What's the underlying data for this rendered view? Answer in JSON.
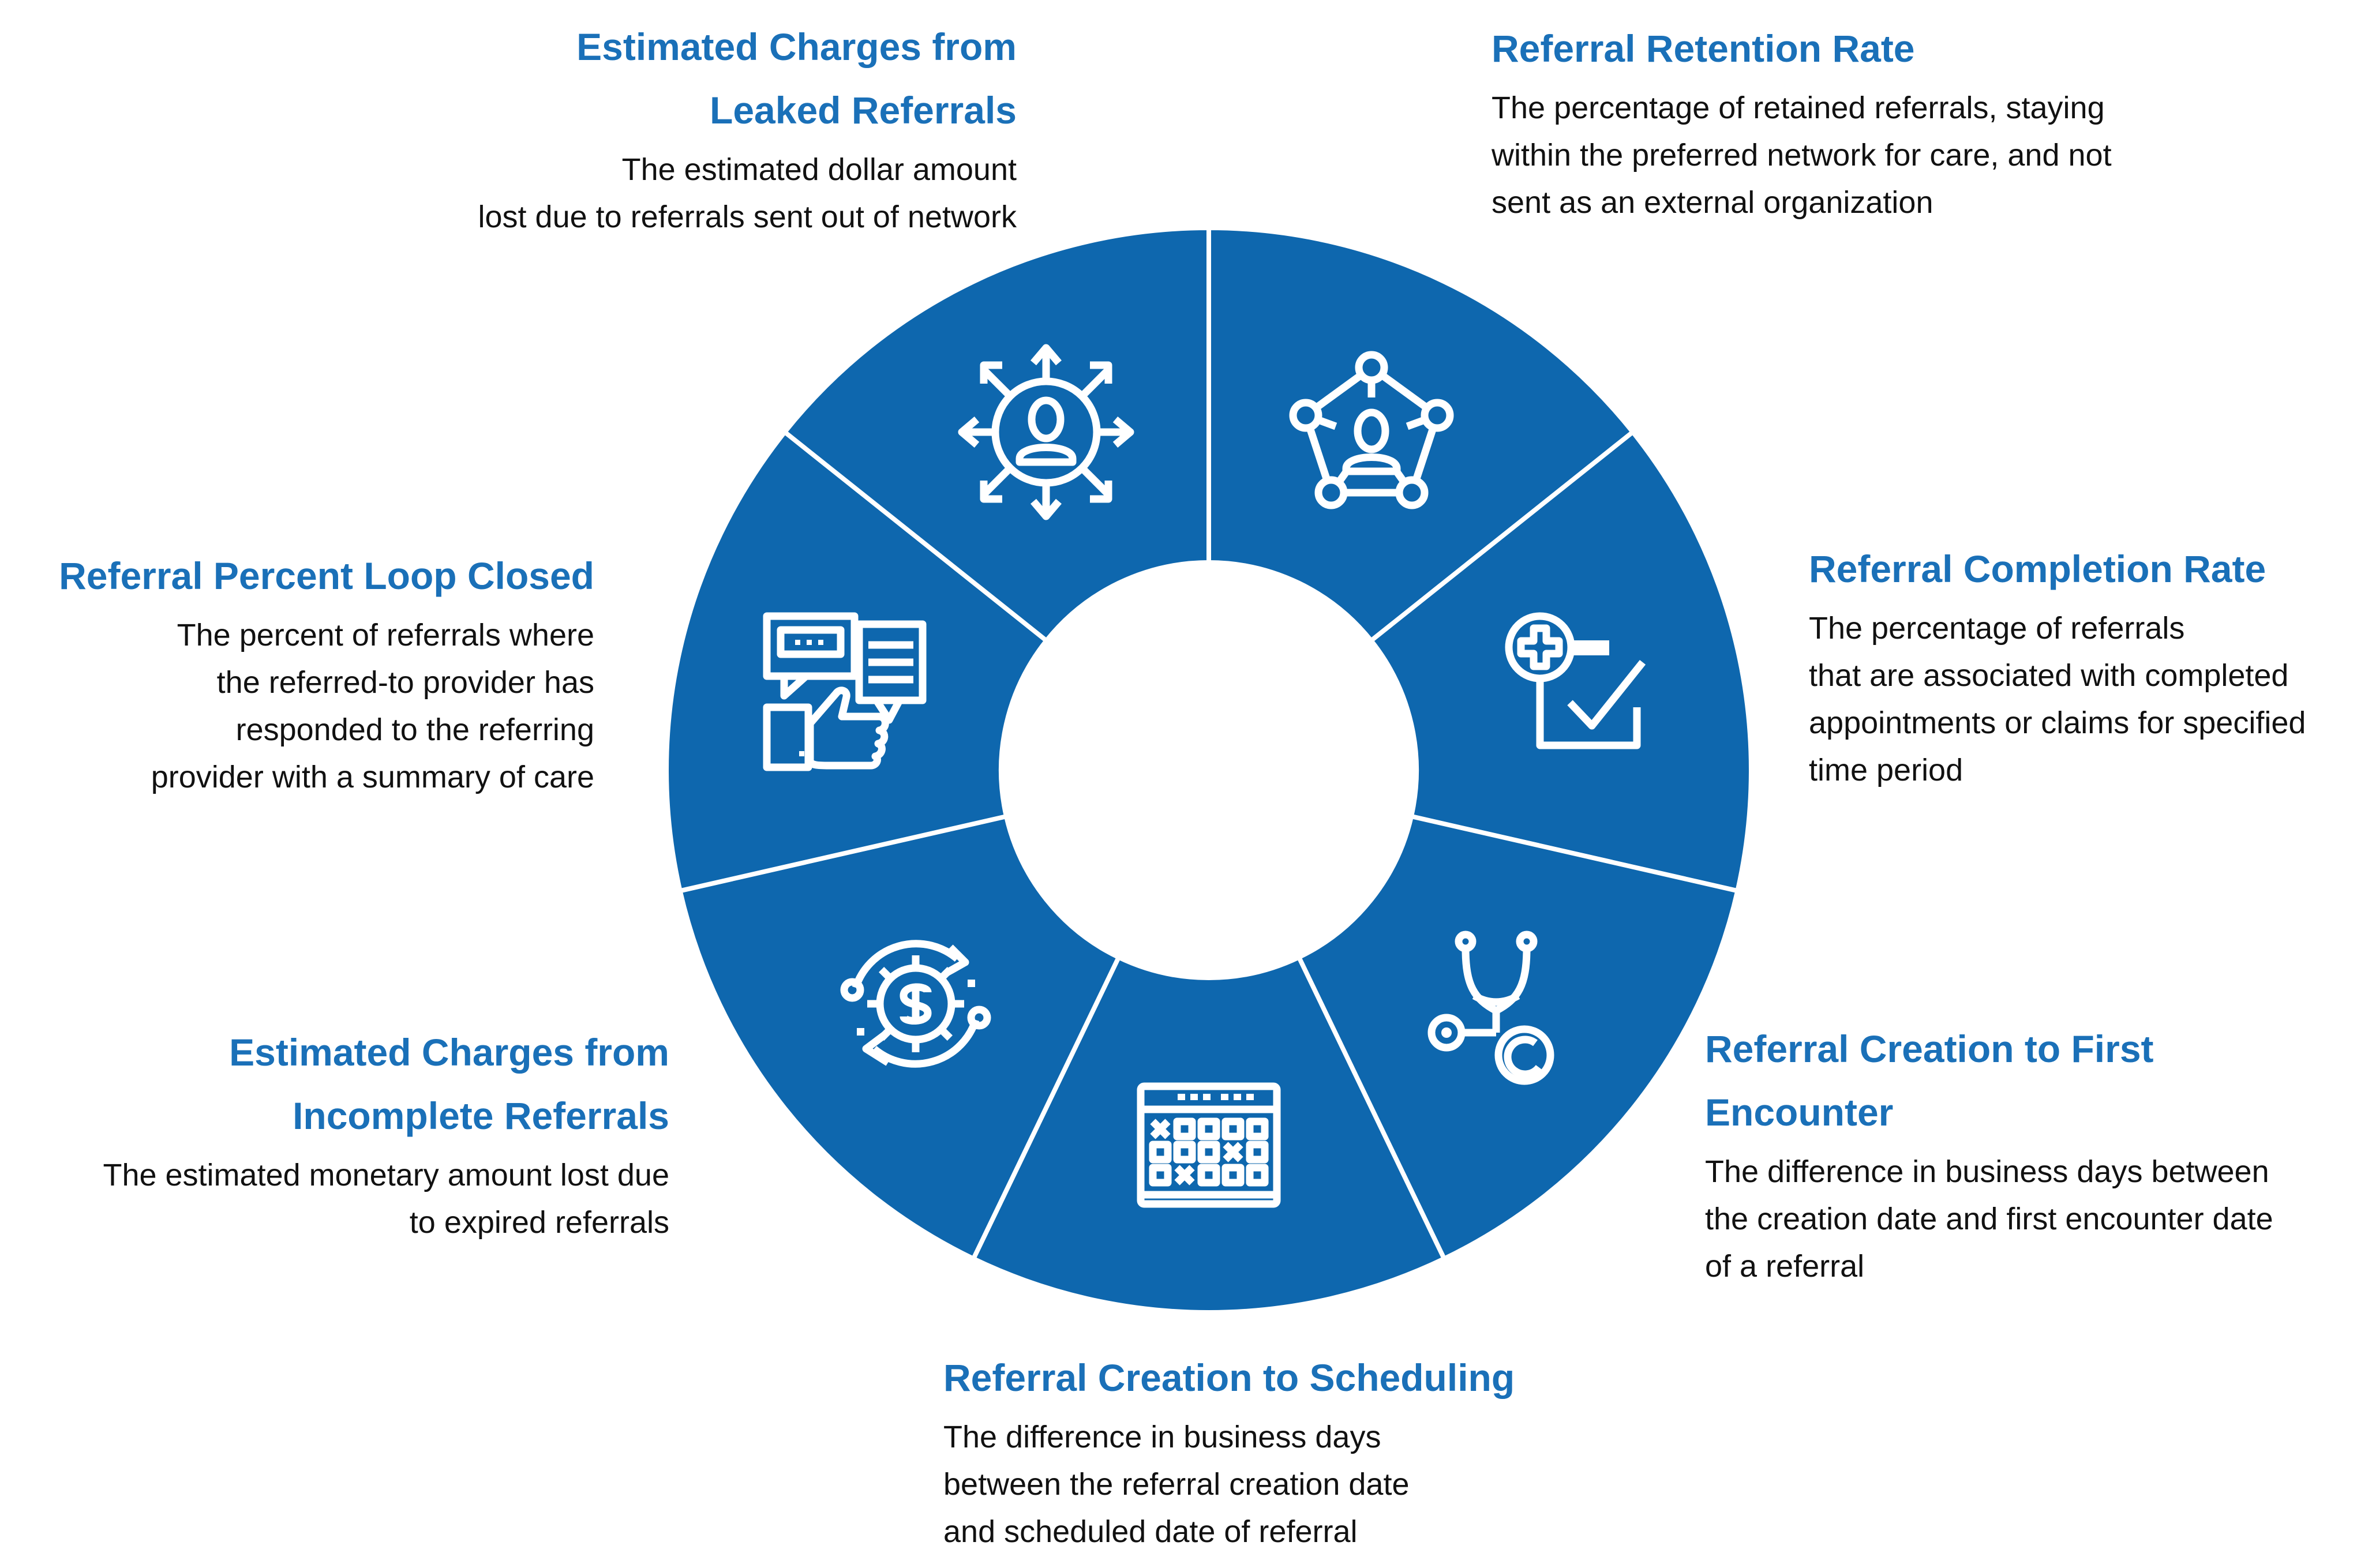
{
  "colors": {
    "wheel_blue": "#0E67AE",
    "heading_blue": "#1A70B8",
    "body_text": "#111111",
    "divider": "#FFFFFF",
    "icon_stroke": "#FFFFFF"
  },
  "blocks": {
    "leaked": {
      "heading_lines": [
        "Estimated Charges from",
        "Leaked Referrals"
      ],
      "body_lines": [
        "The estimated dollar amount",
        "lost due to referrals sent out of network"
      ]
    },
    "retention": {
      "heading_lines": [
        "Referral Retention Rate"
      ],
      "body_lines": [
        "The percentage of retained referrals, staying",
        "within the preferred network for care, and not",
        "sent as an external organization"
      ]
    },
    "completion": {
      "heading_lines": [
        "Referral Completion Rate"
      ],
      "body_lines": [
        "The percentage of referrals",
        "that are associated with completed",
        "appointments or claims for specified",
        "time period"
      ]
    },
    "first_encounter": {
      "heading_lines": [
        "Referral Creation to First",
        "Encounter"
      ],
      "body_lines": [
        "The difference in business days between",
        "the creation date and first encounter date",
        "of a referral"
      ]
    },
    "scheduling": {
      "heading_lines": [
        "Referral Creation to Scheduling"
      ],
      "body_lines": [
        "The difference in business days",
        "between the referral creation date",
        "and scheduled date of referral"
      ]
    },
    "incomplete": {
      "heading_lines": [
        "Estimated Charges from",
        "Incomplete Referrals"
      ],
      "body_lines": [
        "The estimated monetary amount lost due",
        "to expired referrals"
      ]
    },
    "loop_closed": {
      "heading_lines": [
        "Referral Percent Loop Closed"
      ],
      "body_lines": [
        "The percent of referrals where",
        "the referred-to provider has",
        "responded to the referring",
        "provider with a summary of care"
      ]
    }
  },
  "wheel": {
    "segments_clockwise_from_top": [
      {
        "name": "referral-retention-rate",
        "icon": "network-pentagon-person-icon"
      },
      {
        "name": "referral-completion-rate",
        "icon": "medical-search-checkmark-icon"
      },
      {
        "name": "referral-creation-to-first-encounter",
        "icon": "stethoscope-icon"
      },
      {
        "name": "referral-creation-to-scheduling",
        "icon": "calendar-icon"
      },
      {
        "name": "estimated-charges-from-incomplete-referrals",
        "icon": "dollar-gear-cycle-icon"
      },
      {
        "name": "referral-percent-loop-closed",
        "icon": "feedback-thumbs-up-icon"
      },
      {
        "name": "estimated-charges-from-leaked-referrals",
        "icon": "person-outward-arrows-icon"
      }
    ]
  }
}
